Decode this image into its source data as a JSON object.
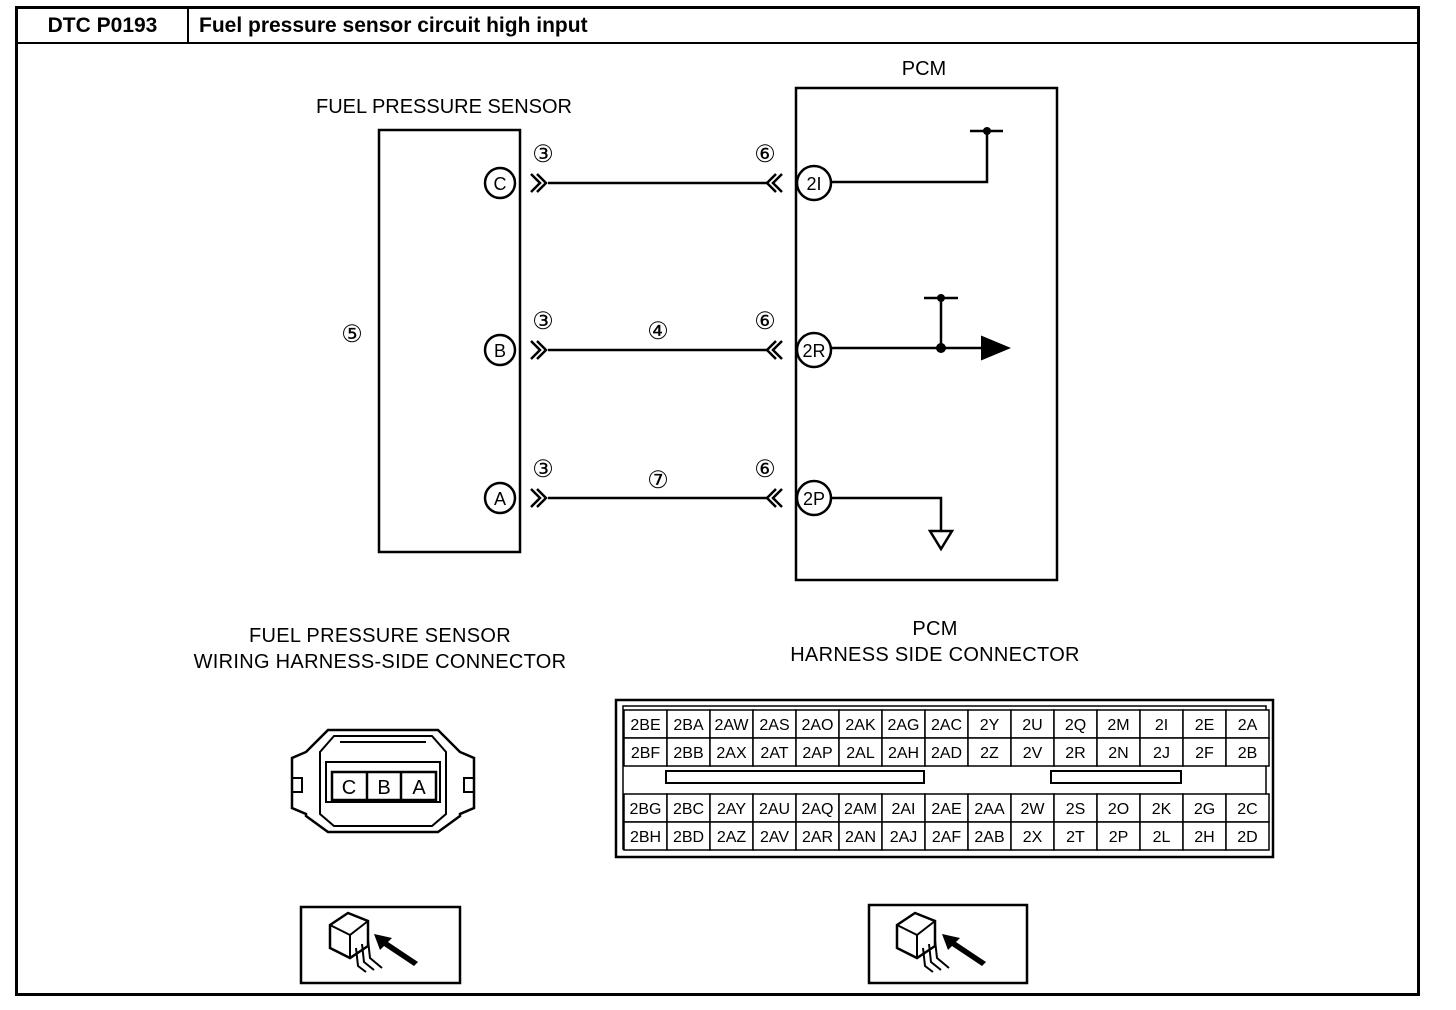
{
  "header": {
    "dtc_code": "DTC P0193",
    "dtc_title": "Fuel pressure sensor circuit high input"
  },
  "schematic": {
    "sensor_label": "FUEL PRESSURE  SENSOR",
    "pcm_label": "PCM",
    "sensor_callout": "⑤",
    "sensor_terminals": [
      "C",
      "B",
      "A"
    ],
    "pcm_terminals": [
      "2I",
      "2R",
      "2P"
    ],
    "sensor_connector_callout": "③",
    "pcm_connector_callout": "⑥",
    "wire_b_callout": "④",
    "wire_a_callout": "⑦"
  },
  "sensor_connector": {
    "title_line1": "FUEL PRESSURE SENSOR",
    "title_line2": "WIRING HARNESS-SIDE CONNECTOR",
    "pins": [
      "C",
      "B",
      "A"
    ]
  },
  "pcm_connector": {
    "title_line1": "PCM",
    "title_line2": "HARNESS SIDE CONNECTOR",
    "upper_rows": [
      [
        "2BE",
        "2BA",
        "2AW",
        "2AS",
        "2AO",
        "2AK",
        "2AG",
        "2AC",
        "2Y",
        "2U",
        "2Q",
        "2M",
        "2I",
        "2E",
        "2A"
      ],
      [
        "2BF",
        "2BB",
        "2AX",
        "2AT",
        "2AP",
        "2AL",
        "2AH",
        "2AD",
        "2Z",
        "2V",
        "2R",
        "2N",
        "2J",
        "2F",
        "2B"
      ]
    ],
    "lower_rows": [
      [
        "2BG",
        "2BC",
        "2AY",
        "2AU",
        "2AQ",
        "2AM",
        "2AI",
        "2AE",
        "2AA",
        "2W",
        "2S",
        "2O",
        "2K",
        "2G",
        "2C"
      ],
      [
        "2BH",
        "2BD",
        "2AZ",
        "2AV",
        "2AR",
        "2AN",
        "2AJ",
        "2AF",
        "2AB",
        "2X",
        "2T",
        "2P",
        "2L",
        "2H",
        "2D"
      ]
    ]
  },
  "icons": {
    "sensor_view": "connector-back-view-icon",
    "pcm_view": "connector-back-view-icon"
  }
}
